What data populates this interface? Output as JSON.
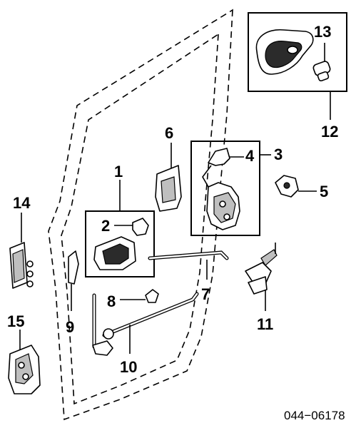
{
  "diagram": {
    "callouts": {
      "c1": "1",
      "c2": "2",
      "c3": "3",
      "c4": "4",
      "c5": "5",
      "c6": "6",
      "c7": "7",
      "c8": "8",
      "c9": "9",
      "c10": "10",
      "c11": "11",
      "c12": "12",
      "c13": "13",
      "c14": "14",
      "c15": "15"
    },
    "reference_code": "044−06178"
  }
}
